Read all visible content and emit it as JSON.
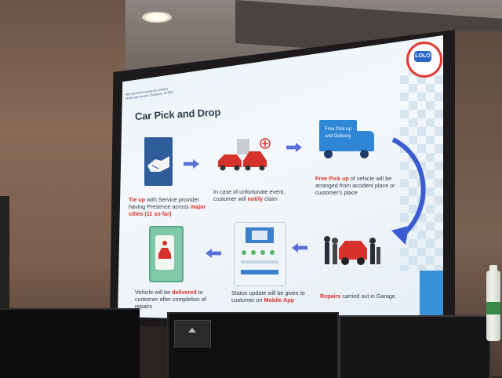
{
  "slide": {
    "company_lines": [
      "SBI General Insurance Limited",
      "(A Group Insurer Company of SBI)"
    ],
    "title": "Car Pick and Drop",
    "logo_text": "LOLO",
    "truck_label_line1": "Free Pick up",
    "truck_label_line2": "and Delivery",
    "steps": {
      "tieup": {
        "highlight": "Tie up",
        "text_1": " with Service provider having Presence across ",
        "highlight_2": "major cities",
        "highlight_3": " (11 so far)"
      },
      "notify": {
        "text_1": "In case of unfortunate event, customer will ",
        "highlight": "notify",
        "text_2": " claim"
      },
      "pickup": {
        "highlight": "Free Pick up",
        "text_1": " of vehicle will be arranged from accident place or customer's place"
      },
      "repairs": {
        "highlight": "Repairs",
        "text_1": " carried out in Garage"
      },
      "status": {
        "text_1": "Status update will be given to customer on ",
        "highlight": "Mobile App"
      },
      "delivery": {
        "text_1": "Vehicle will be ",
        "highlight": "delivered",
        "text_2": " to customer after completion of repairs"
      }
    }
  },
  "colors": {
    "accent_red": "#d7312b",
    "arrow_blue": "#5b6fd6",
    "truck_blue": "#2f86d6",
    "title_dark": "#2c3e50"
  },
  "icons": [
    "handshake-icon",
    "accident-icon",
    "truck-icon",
    "garage-icon",
    "mobile-app-icon",
    "delivery-icon",
    "logo-icon"
  ]
}
